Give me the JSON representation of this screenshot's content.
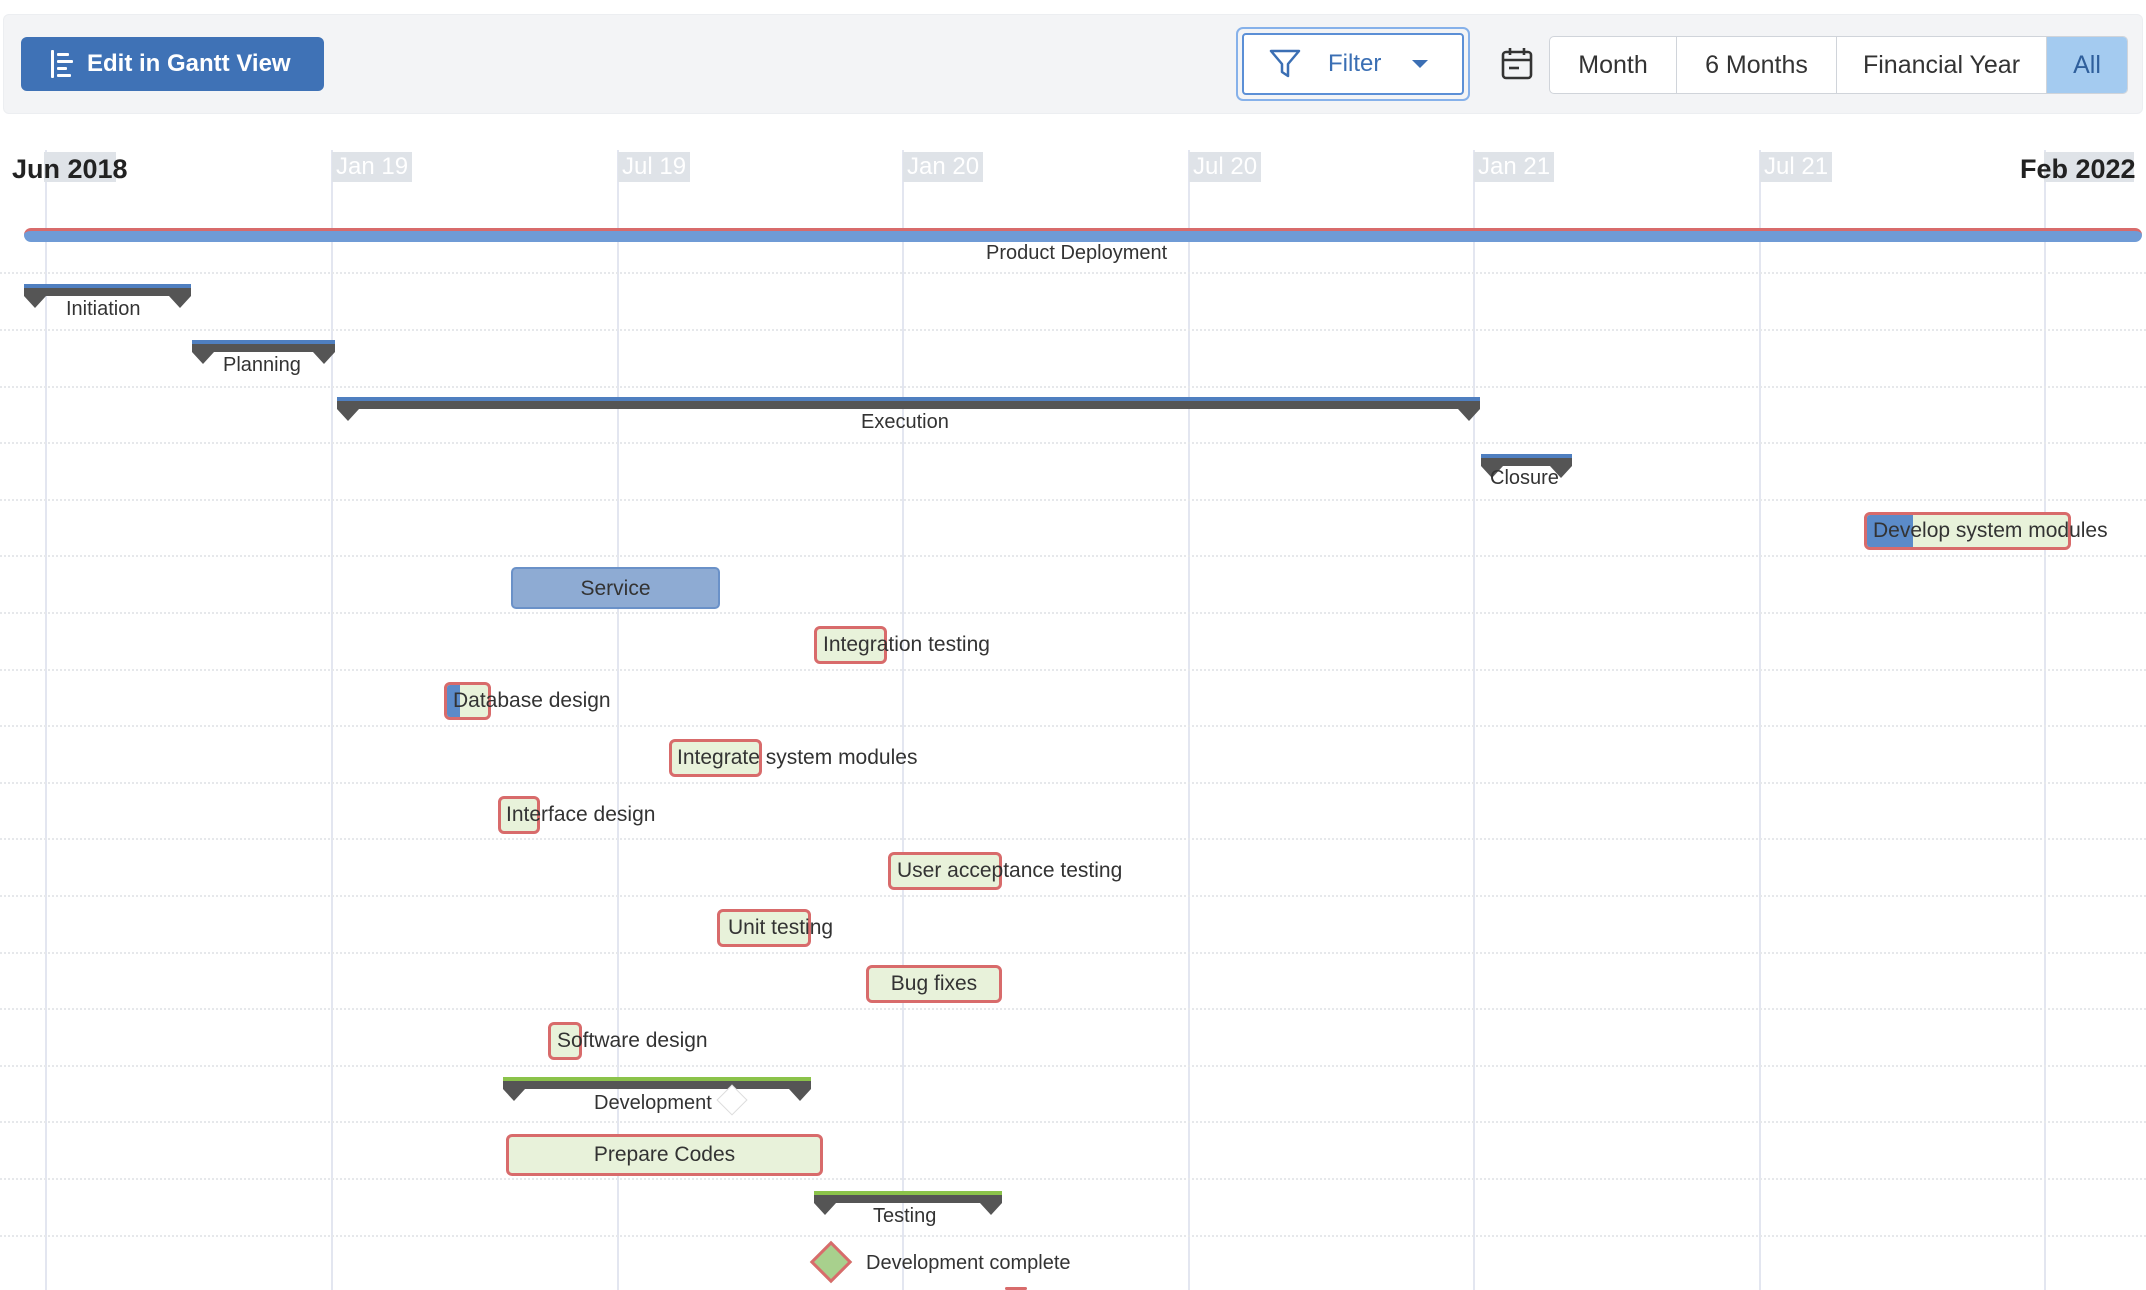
{
  "toolbar": {
    "edit_label": "Edit in Gantt View",
    "filter_label": "Filter",
    "ranges": [
      "Month",
      "6 Months",
      "Financial Year",
      "All"
    ],
    "active_range": "All"
  },
  "timeline": {
    "start_label": "Jun 2018",
    "end_label": "Feb 2022",
    "ticks": [
      "Jan 19",
      "Jul 19",
      "Jan 20",
      "Jul 20",
      "Jan 21",
      "Jul 21"
    ]
  },
  "tasks": {
    "product_deployment": "Product Deployment",
    "initiation": "Initiation",
    "planning": "Planning",
    "execution": "Execution",
    "closure": "Closure",
    "develop_system_modules": "Develop system modules",
    "service": "Service",
    "integration_testing": "Integration testing",
    "database_design": "Database design",
    "integrate_system_modules": "Integrate system modules",
    "interface_design": "Interface design",
    "user_acceptance_testing": "User acceptance testing",
    "unit_testing": "Unit testing",
    "bug_fixes": "Bug fixes",
    "software_design": "Software design",
    "development": "Development",
    "prepare_codes": "Prepare Codes",
    "testing": "Testing",
    "development_complete": "Development complete"
  },
  "colors": {
    "primary": "#3f72b6",
    "summary_bar": "#555555",
    "task_fill": "#e8f2da",
    "task_border": "#d86b6b",
    "progress": "#5b8bc9",
    "phase_accent": "#8bc34a",
    "active_range": "#a4cbf0"
  }
}
